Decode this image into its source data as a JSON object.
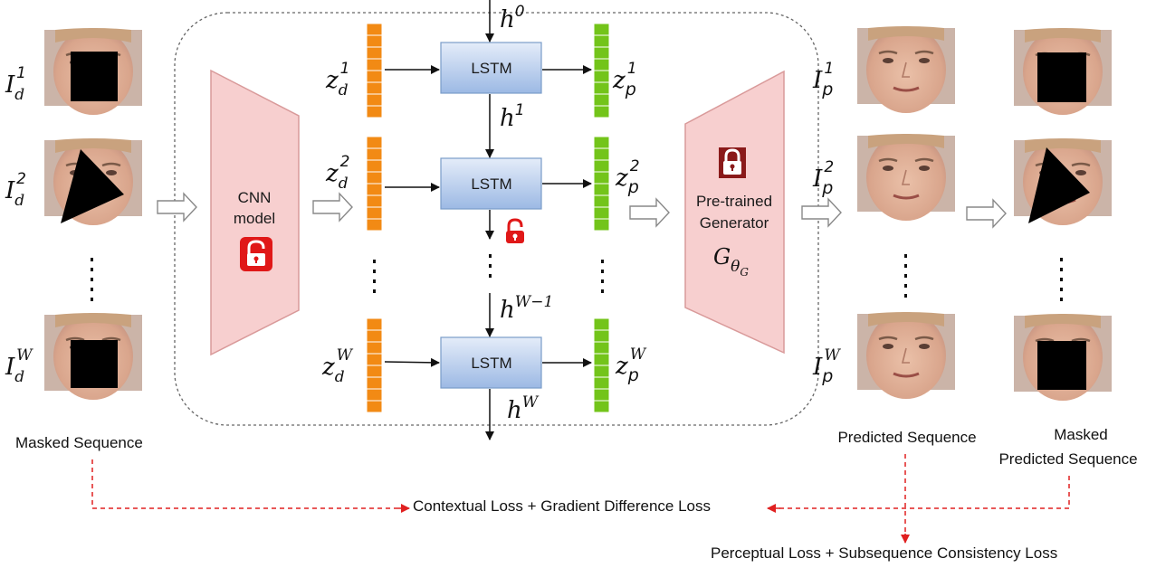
{
  "inputs": {
    "caption": "Masked Sequence",
    "frame_labels": [
      {
        "base": "I",
        "sub": "d",
        "sup": "1"
      },
      {
        "base": "I",
        "sub": "d",
        "sup": "2"
      },
      {
        "base": "I",
        "sub": "d",
        "sup": "W"
      }
    ]
  },
  "encoder": {
    "line1": "CNN",
    "line2": "model",
    "lock_icon": "unlocked-padlock-icon"
  },
  "latent_in": [
    {
      "base": "z",
      "sub": "d",
      "sup": "1"
    },
    {
      "base": "z",
      "sub": "d",
      "sup": "2"
    },
    {
      "base": "z",
      "sub": "d",
      "sup": "W"
    }
  ],
  "lstm": {
    "cells": [
      "LSTM",
      "LSTM",
      "LSTM"
    ],
    "hidden": [
      {
        "base": "h",
        "sup": "0"
      },
      {
        "base": "h",
        "sup": "1"
      },
      {
        "base": "h",
        "sup": "W−1"
      },
      {
        "base": "h",
        "sup": "W"
      }
    ],
    "lock_icon": "unlocked-padlock-icon"
  },
  "latent_out": [
    {
      "base": "z",
      "sub": "p",
      "sup": "1"
    },
    {
      "base": "z",
      "sub": "p",
      "sup": "2"
    },
    {
      "base": "z",
      "sub": "p",
      "sup": "W"
    }
  ],
  "generator": {
    "line1": "Pre-trained",
    "line2": "Generator",
    "symbol": "G",
    "symbol_sub": "θ",
    "symbol_subsub": "G",
    "lock_icon": "locked-padlock-icon"
  },
  "predicted": {
    "caption": "Predicted Sequence",
    "frame_labels": [
      {
        "base": "I",
        "sub": "p",
        "sup": "1"
      },
      {
        "base": "I",
        "sub": "p",
        "sup": "2"
      },
      {
        "base": "I",
        "sub": "p",
        "sup": "W"
      }
    ]
  },
  "masked_predicted": {
    "caption_line1": "Masked",
    "caption_line2": "Predicted Sequence"
  },
  "losses": {
    "contextual": "Contextual Loss + Gradient Difference Loss",
    "perceptual": "Perceptual Loss + Subsequence Consistency Loss"
  },
  "colors": {
    "trapezoid_fill": "#f7cfcf",
    "trapezoid_stroke": "#d99a9a",
    "lstm_fill_top": "#dfe9f8",
    "lstm_fill_bottom": "#9fbce6",
    "lstm_stroke": "#7a9cc9",
    "latent_in": "#f28a14",
    "latent_out": "#73c41a",
    "loss_arrow": "#e02020",
    "mask": "#000000",
    "skin": "#e3b49c"
  }
}
